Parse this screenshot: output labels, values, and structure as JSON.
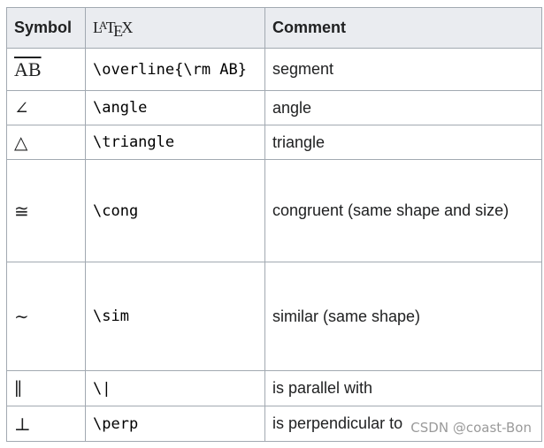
{
  "header": {
    "symbol": "Symbol",
    "latex_logo": {
      "l": "L",
      "a": "A",
      "t": "T",
      "e": "E",
      "x": "X"
    },
    "comment": "Comment"
  },
  "rows": [
    {
      "symbol": "AB",
      "latex": "\\overline{\\rm AB}",
      "comment": "segment"
    },
    {
      "symbol": "∠",
      "latex": "\\angle",
      "comment": "angle"
    },
    {
      "symbol": "△",
      "latex": "\\triangle",
      "comment": "triangle"
    },
    {
      "symbol": "≅",
      "latex": "\\cong",
      "comment": "congruent (same shape and size)"
    },
    {
      "symbol": "∼",
      "latex": "\\sim",
      "comment": "similar (same shape)"
    },
    {
      "symbol": "∥",
      "latex": "\\|",
      "comment": "is parallel with"
    },
    {
      "symbol": "⊥",
      "latex": "\\perp",
      "comment": "is perpendicular to"
    }
  ],
  "watermark": "CSDN @coast-Bon"
}
